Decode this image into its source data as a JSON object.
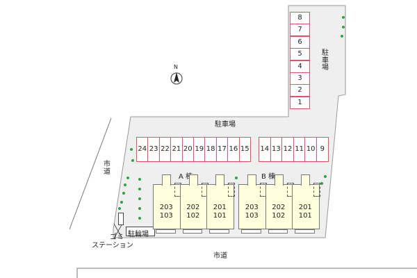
{
  "labels": {
    "north": "N",
    "parking_top": "駐車場",
    "parking_right": "駐車場",
    "street_left": "市道",
    "street_bottom": "市道",
    "building_a": "A 棟",
    "building_b": "B 棟",
    "bicycle": "駐輪場",
    "garbage_1": "ゴミ",
    "garbage_2": "ステーション"
  },
  "parking_right_stalls": [
    "8",
    "7",
    "6",
    "5",
    "4",
    "3",
    "2",
    "1"
  ],
  "parking_left_row": [
    "24",
    "23",
    "22",
    "21",
    "20",
    "19",
    "18",
    "17",
    "16",
    "15"
  ],
  "parking_right_row": [
    "14",
    "13",
    "12",
    "11",
    "10",
    "9"
  ],
  "building_a_units": [
    {
      "upper": "203",
      "lower": "103"
    },
    {
      "upper": "202",
      "lower": "102"
    },
    {
      "upper": "201",
      "lower": "101"
    }
  ],
  "building_b_units": [
    {
      "upper": "203",
      "lower": "103"
    },
    {
      "upper": "202",
      "lower": "102"
    },
    {
      "upper": "201",
      "lower": "101"
    }
  ],
  "colors": {
    "lot": "#efefef",
    "lot_border": "#999999",
    "stall": "#e8506a",
    "unit_fill": "#ffffdd",
    "tree": "#2aa63e"
  }
}
